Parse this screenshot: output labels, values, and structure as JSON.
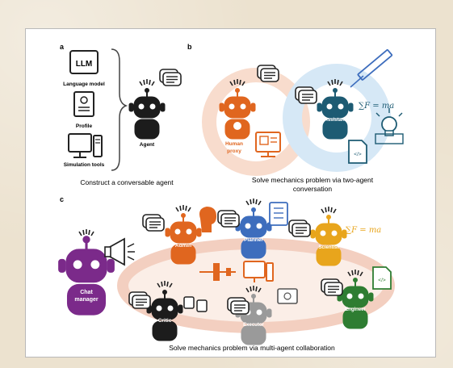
{
  "panel_a": {
    "letter": "a",
    "items": [
      {
        "icon_text": "LLM",
        "label": "Language model"
      },
      {
        "label": "Profile"
      },
      {
        "label": "Simulation tools"
      }
    ],
    "agent_label": "Agent",
    "caption": "Construct a conversable agent"
  },
  "panel_b": {
    "letter": "b",
    "human_label_1": "Human",
    "human_label_2": "proxy",
    "assistant_label": "Assistant",
    "formula": "∑F = ma",
    "caption_1": "Solve mechanics problem via two-agent",
    "caption_2": "conversation"
  },
  "panel_c": {
    "letter": "c",
    "chat_manager_1": "Chat",
    "chat_manager_2": "manager",
    "agents": {
      "admin": "Admin",
      "planner": "Planner",
      "scientist": "Scientist",
      "critic": "Critic",
      "executor": "Executor",
      "engineer": "Engineer"
    },
    "formula": "∑F = ma",
    "caption": "Solve mechanics problem via multi-agent collaboration"
  },
  "colors": {
    "black_agent": "#1c1c1c",
    "orange": "#e0661f",
    "teal": "#1d5b73",
    "purple": "#7b2a8a",
    "blue": "#3d6dbd",
    "yellow": "#e8a51c",
    "green": "#2e7d32",
    "gray": "#9a9a9a",
    "ring": "#f6d9cc"
  }
}
